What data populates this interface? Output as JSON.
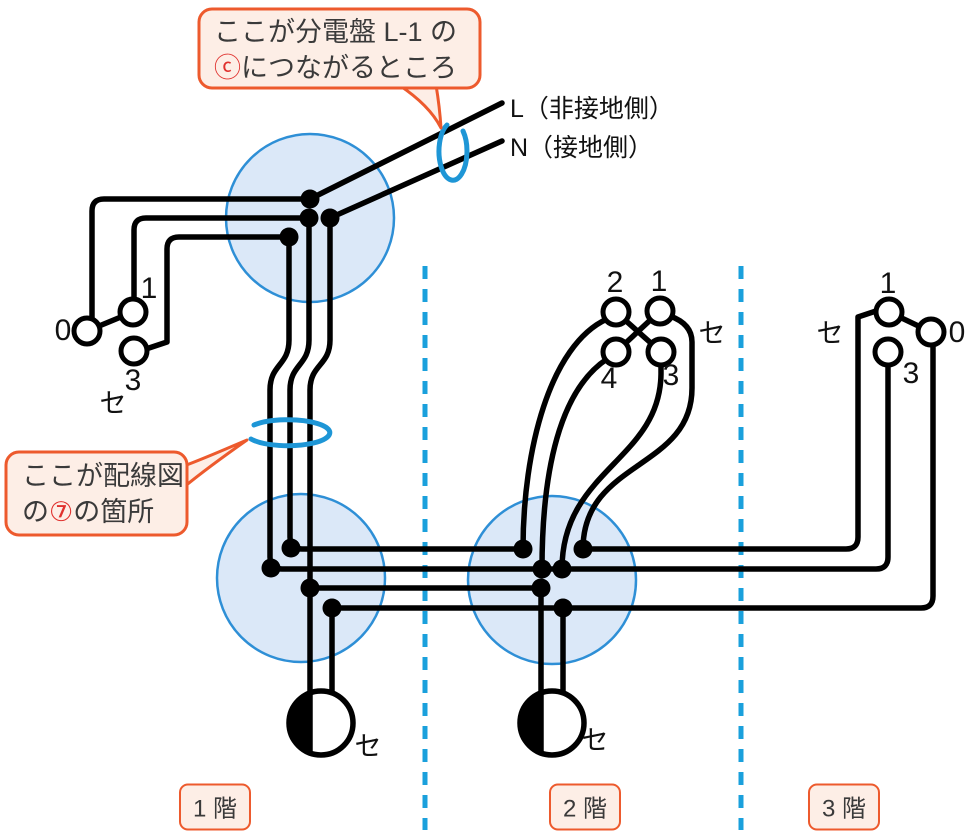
{
  "callout_panel": {
    "line1": "ここが分電盤 L-1 の",
    "circled": "ⓒ",
    "line2_rest": "につながるところ"
  },
  "callout_wiring": {
    "line1": "ここが配線図",
    "line2_pre": "の",
    "circled": "⑦",
    "line2_post": "の箇所"
  },
  "power": {
    "live_label": "L（非接地側）",
    "neutral_label": "N（接地側）"
  },
  "switch_floor1": {
    "t0": "0",
    "t1": "1",
    "t3": "3",
    "name_label": "セ"
  },
  "switch_floor2": {
    "t2": "2",
    "t1": "1",
    "t4": "4",
    "t3": "3",
    "name_label": "セ"
  },
  "switch_floor3": {
    "t1": "1",
    "t0": "0",
    "t3": "3",
    "name_label": "セ"
  },
  "lamp_floor1": {
    "name_label": "セ"
  },
  "lamp_floor2": {
    "name_label": "セ"
  },
  "floors": {
    "f1": "1 階",
    "f2": "2 階",
    "f3": "3 階"
  },
  "colors": {
    "wire": "#000000",
    "junction_fill": "#dbe8f8",
    "junction_border": "#2e8fd6",
    "floor_divider": "#1aa0dc",
    "annotation_loop": "#1e96d6",
    "callout_border": "#ed5a2d",
    "callout_bg": "#fdeee6",
    "circled_char_red": "#e0312e",
    "text": "#3a3a3a"
  }
}
